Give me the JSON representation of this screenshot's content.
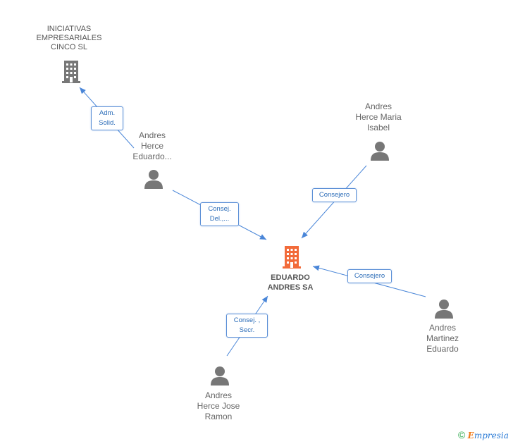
{
  "nodes": {
    "center": {
      "name_line1": "EDUARDO",
      "name_line2": "ANDRES SA",
      "icon": "building-icon",
      "color": "#f26b3a"
    },
    "iniciativas": {
      "line1": "INICIATIVAS",
      "line2": "EMPRESARIALES",
      "line3": "CINCO SL",
      "icon": "building-icon",
      "color": "#777777"
    },
    "andres_eduardo": {
      "line1": "Andres",
      "line2": "Herce",
      "line3": "Eduardo...",
      "icon": "person-icon"
    },
    "andres_maria": {
      "line1": "Andres",
      "line2": "Herce Maria",
      "line3": "Isabel",
      "icon": "person-icon"
    },
    "andres_martinez": {
      "line1": "Andres",
      "line2": "Martinez",
      "line3": "Eduardo",
      "icon": "person-icon"
    },
    "andres_jose": {
      "line1": "Andres",
      "line2": "Herce Jose",
      "line3": "Ramon",
      "icon": "person-icon"
    }
  },
  "edges": {
    "adm": {
      "line1": "Adm.",
      "line2": "Solid."
    },
    "consej_del": {
      "line1": "Consej.",
      "line2": "Del.,..."
    },
    "consejero_maria": {
      "line1": "Consejero"
    },
    "consejero_martinez": {
      "line1": "Consejero"
    },
    "consej_secr": {
      "line1": "Consej. ,",
      "line2": "Secr."
    }
  },
  "footer": {
    "copyright": "©",
    "brand_first": "E",
    "brand_rest": "mpresia"
  },
  "colors": {
    "edge": "#4a86d8",
    "person": "#777777"
  }
}
